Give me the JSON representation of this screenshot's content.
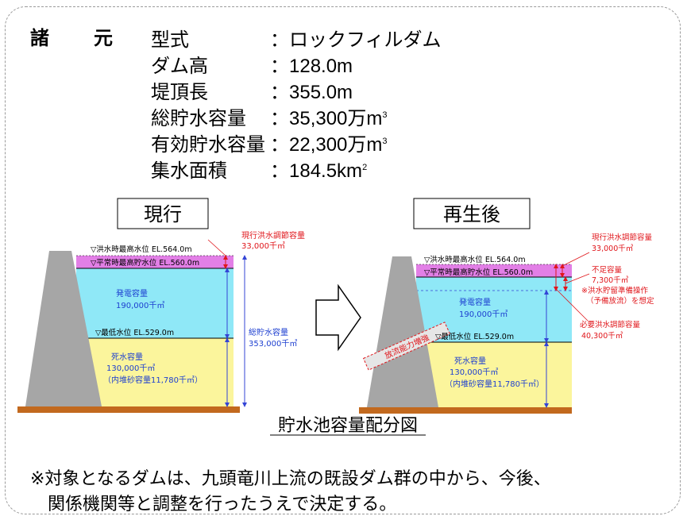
{
  "specs": {
    "heading": "諸　元",
    "rows": [
      {
        "label": "型式",
        "value": "：ロックフィルダム"
      },
      {
        "label": "ダム高",
        "value": "：128.0m"
      },
      {
        "label": "堤頂長",
        "value": "：355.0m"
      },
      {
        "label": "総貯水容量",
        "value": "：35,300万m",
        "unit_sup": "3"
      },
      {
        "label": "有効貯水容量",
        "value": "：22,300万m",
        "unit_sup": "3"
      },
      {
        "label": "集水面積",
        "value": "：184.5km",
        "unit_sup": "2"
      }
    ]
  },
  "current": {
    "title": "現行",
    "flood_level": "▽洪水時最高水位 EL.564.0m",
    "normal_level": "▽平常時最高貯水位 EL.560.0m",
    "power_label": "発電容量",
    "power_value": "190,000千㎥",
    "min_level": "▽最低水位 EL.529.0m",
    "dead_label": "死水容量",
    "dead_value": "130,000千㎥",
    "dead_note": "（内堆砂容量11,780千㎥）",
    "flood_ctrl_label": "現行洪水調節容量",
    "flood_ctrl_value": "33,000千㎥",
    "total_label": "総貯水容量",
    "total_value": "353,000千㎥"
  },
  "after": {
    "title": "再生後",
    "flood_level": "▽洪水時最高水位 EL.564.0m",
    "normal_level": "▽平常時最高貯水位 EL.560.0m",
    "power_label": "発電容量",
    "power_value": "190,000千㎥",
    "min_level": "▽最低水位 EL.529.0m",
    "dead_label": "死水容量",
    "dead_value": "130,000千㎥",
    "dead_note": "（内堆砂容量11,780千㎥）",
    "flood_ctrl_label": "現行洪水調節容量",
    "flood_ctrl_value": "33,000千㎥",
    "shortage_label": "不足容量",
    "shortage_value": "7,300千㎥",
    "preop_line1": "※洪水貯留準備操作",
    "preop_line2": "（予備放流）を想定",
    "required_label": "必要洪水調節容量",
    "required_value": "40,300千㎥",
    "spillway": "放流能力増強"
  },
  "caption": "貯水池容量配分図",
  "note_line1": "※対象となるダムは、九頭竜川上流の既設ダム群の中から、今後、",
  "note_line2": "関係機関等と調整を行ったうえで決定する。",
  "colors": {
    "flood_zone": "#e27fe6",
    "power_zone": "#8fe8f7",
    "dead_zone": "#fbf59c",
    "dam": "#a6a6a6",
    "ground": "#c2691e",
    "arrow": "#3344d6",
    "annot": "#e0161b"
  }
}
